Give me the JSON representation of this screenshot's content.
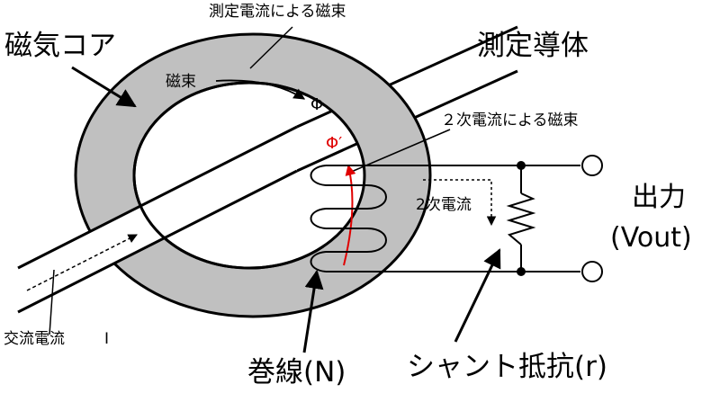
{
  "labels": {
    "magnetic_core": "磁気コア",
    "flux_from_measured_current": "測定電流による磁束",
    "measured_conductor": "測定導体",
    "flux": "磁束",
    "phi": "Φ",
    "flux_from_secondary_current": "２次電流による磁束",
    "phi_prime": "Φ′",
    "secondary_current": "2次電流",
    "output": "出力",
    "vout": "(Vout)",
    "ac_current": "交流電流",
    "current_symbol": "I",
    "winding": "巻線(N)",
    "shunt_resistor": "シャント抵抗(r)"
  },
  "colors": {
    "core_fill": "#c0c0c0",
    "line": "#000000",
    "secondary_flux": "#e00000"
  }
}
